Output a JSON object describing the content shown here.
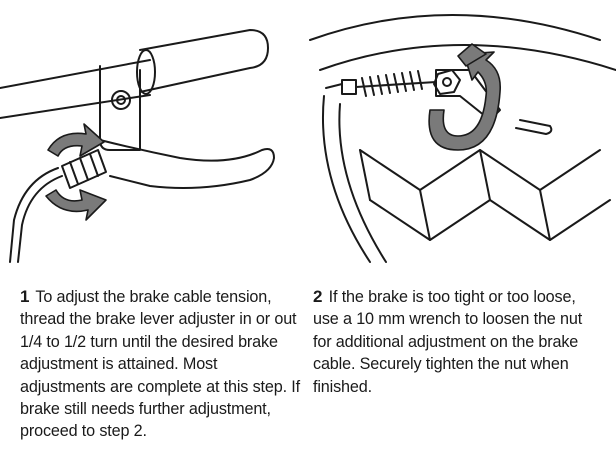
{
  "steps": [
    {
      "number": "1",
      "text": "To adjust the brake cable tension, thread the brake lever adjuster in or out 1/4 to 1/2 turn until the desired brake adjustment is attained. Most adjustments are complete at this step. If brake still needs further adjustment, proceed to step 2."
    },
    {
      "number": "2",
      "text": "If the brake is too tight or too loose, use a 10 mm wrench to loosen the nut for additional adjustment on the brake cable. Securely tighten the nut when finished."
    }
  ],
  "icons": {
    "illustration_1": "brake-lever-adjuster-illustration",
    "illustration_2": "brake-cable-nut-illustration",
    "arrow": "rotation-arrow-icon"
  },
  "colors": {
    "line": "#1a1a1a",
    "arrow_fill": "#7a7a7a"
  }
}
